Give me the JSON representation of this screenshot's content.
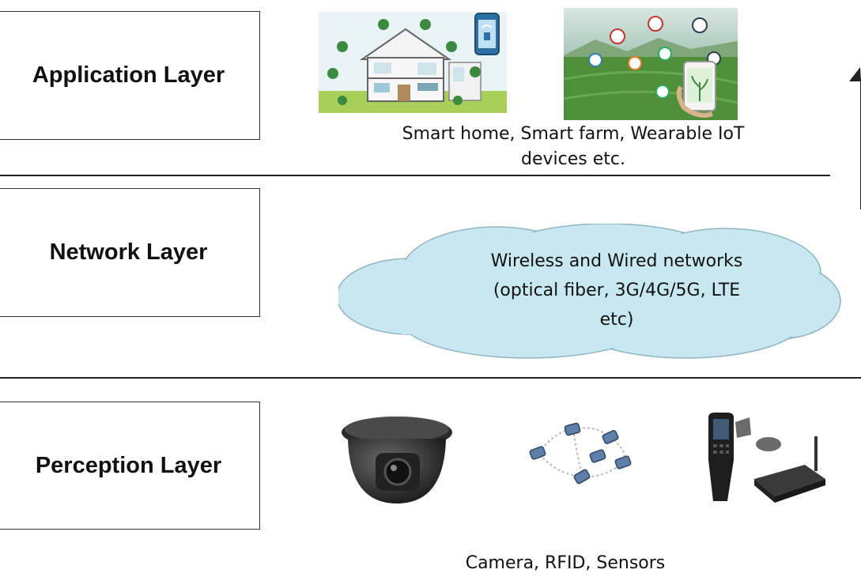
{
  "layers": [
    {
      "id": "application",
      "label": "Application Layer",
      "caption_lines": [
        "Smart home, Smart farm, Wearable IoT",
        "devices etc."
      ]
    },
    {
      "id": "network",
      "label": "Network Layer",
      "caption_lines": [
        "Wireless and Wired networks",
        "(optical fiber, 3G/4G/5G, LTE",
        "etc)"
      ]
    },
    {
      "id": "perception",
      "label": "Perception Layer",
      "caption_lines": [
        "Camera, RFID, Sensors"
      ]
    }
  ],
  "colors": {
    "cloud_fill": "#c7e8f1",
    "cloud_stroke": "#8fb4c2",
    "box_border": "#333333",
    "divider": "#222222",
    "house_bg": "#e9f3f5",
    "farm_sky": "#bcd8d6",
    "farm_field": "#4f8f3a"
  },
  "icons": [
    "smart-home-illustration",
    "smart-farm-illustration",
    "dome-camera-icon",
    "rfid-network-icon",
    "handheld-reader-icon",
    "wireless-router-icon",
    "up-arrow-icon"
  ]
}
